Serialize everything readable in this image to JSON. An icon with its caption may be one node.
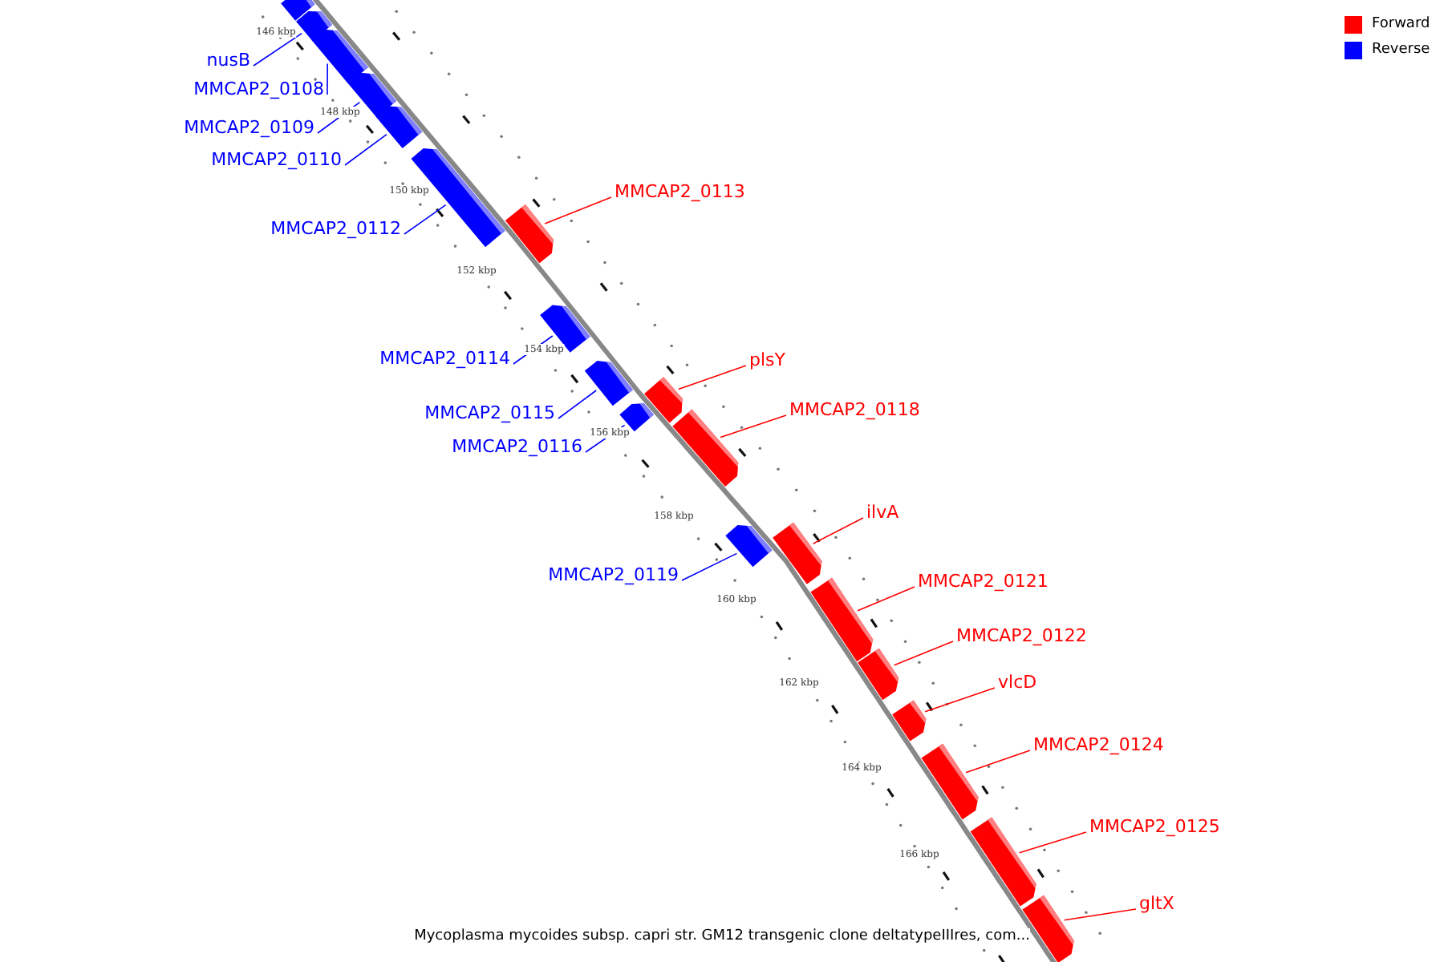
{
  "diagram": {
    "caption": "Mycoplasma mycoides subsp. capri str. GM12 transgenic clone deltatypeIIIres, com...",
    "nodes": [
      {
        "text": [],
        "shape": "bar"
      },
      {
        "text": [
          "nusB"
        ]
      },
      {
        "text": [],
        "shape": "bar"
      },
      {
        "text": [
          "MMCAP2_0108"
        ]
      },
      {
        "text": [],
        "shape": "bar"
      },
      {
        "text": [
          "MMCAP2_0109"
        ]
      },
      {
        "text": [],
        "shape": "bar"
      },
      {
        "text": [
          "MMCAP2_0110"
        ]
      },
      {
        "text": [],
        "shape": "bar"
      },
      {
        "text": [
          "MMCAP2_0112"
        ]
      },
      {
        "text": [],
        "shape": "bar"
      },
      {
        "text": [
          "MMCAP2_0113"
        ]
      },
      {
        "text": [],
        "shape": "bar"
      },
      {
        "text": [
          "MMCAP2_0114"
        ]
      },
      {
        "text": [],
        "shape": "bar"
      },
      {
        "text": [
          "MMCAP2_0115"
        ]
      },
      {
        "text": [],
        "shape": "bar"
      },
      {
        "text": [
          "MMCAP2_0116"
        ]
      },
      {
        "text": [],
        "shape": "bar"
      },
      {
        "text": [
          "plsY"
        ]
      },
      {
        "text": [],
        "shape": "bar"
      },
      {
        "text": [
          "MMCAP2_0118"
        ]
      },
      {
        "text": [],
        "shape": "bar"
      },
      {
        "text": [
          "MMCAP2_0119"
        ]
      },
      {
        "text": [],
        "shape": "bar"
      },
      {
        "text": [
          "ilvA"
        ]
      },
      {
        "text": [],
        "shape": "bar"
      },
      {
        "text": [
          "MMCAP2_0121"
        ]
      },
      {
        "text": [],
        "shape": "bar"
      },
      {
        "text": [
          "MMCAP2_0122"
        ]
      },
      {
        "text": [],
        "shape": "bar"
      },
      {
        "text": [
          "vlcD"
        ]
      },
      {
        "text": [],
        "shape": "bar"
      },
      {
        "text": [
          "MMCAP2_0124"
        ]
      },
      {
        "text": [],
        "shape": "bar"
      },
      {
        "text": [
          "MMCAP2_0125"
        ]
      },
      {
        "text": [],
        "shape": "bar"
      },
      {
        "text": [
          "gltX"
        ]
      },
      {
        "text": [],
        "shape": "bar"
      }
    ],
    "edges": [
      {
        "from": 1,
        "to": 2,
        "arrow": "none",
        "color": "#0000ff"
      },
      {
        "from": 3,
        "to": 4,
        "arrow": "none",
        "color": "#0000ff"
      },
      {
        "from": 5,
        "to": 6,
        "arrow": "none",
        "color": "#0000ff"
      },
      {
        "from": 7,
        "to": 8,
        "arrow": "none",
        "color": "#0000ff"
      },
      {
        "from": 9,
        "to": 10,
        "arrow": "none",
        "color": "#0000ff"
      },
      {
        "from": 11,
        "to": 12,
        "arrow": "none"
      },
      {
        "from": 13,
        "to": 14,
        "arrow": "none",
        "color": "#0000ff"
      },
      {
        "from": 15,
        "to": 16,
        "arrow": "none",
        "color": "#0000ff"
      },
      {
        "from": 17,
        "to": 18,
        "arrow": "none",
        "color": "#0000ff"
      },
      {
        "from": 19,
        "to": 20,
        "arrow": "none"
      },
      {
        "from": 21,
        "to": 22,
        "arrow": "none"
      },
      {
        "from": 23,
        "to": 24,
        "arrow": "none",
        "color": "#0000ff"
      },
      {
        "from": 25,
        "to": 26,
        "arrow": "none"
      },
      {
        "from": 27,
        "to": 28,
        "arrow": "none"
      },
      {
        "from": 29,
        "to": 30,
        "arrow": "none"
      },
      {
        "from": 31,
        "to": 32,
        "arrow": "none"
      },
      {
        "from": 33,
        "to": 34,
        "arrow": "none"
      },
      {
        "from": 35,
        "to": 36,
        "arrow": "none"
      },
      {
        "from": 37,
        "to": 38,
        "arrow": "none"
      }
    ],
    "labels": [
      "146 kbp",
      "148 kbp",
      "150 kbp",
      "152 kbp",
      "154 kbp",
      "156 kbp",
      "158 kbp",
      "160 kbp",
      "162 kbp",
      "164 kbp",
      "166 kbp"
    ],
    "legend": [
      {
        "text": "Forward",
        "color": "#ff0000"
      },
      {
        "text": "Reverse",
        "color": "#0000ff"
      }
    ]
  }
}
